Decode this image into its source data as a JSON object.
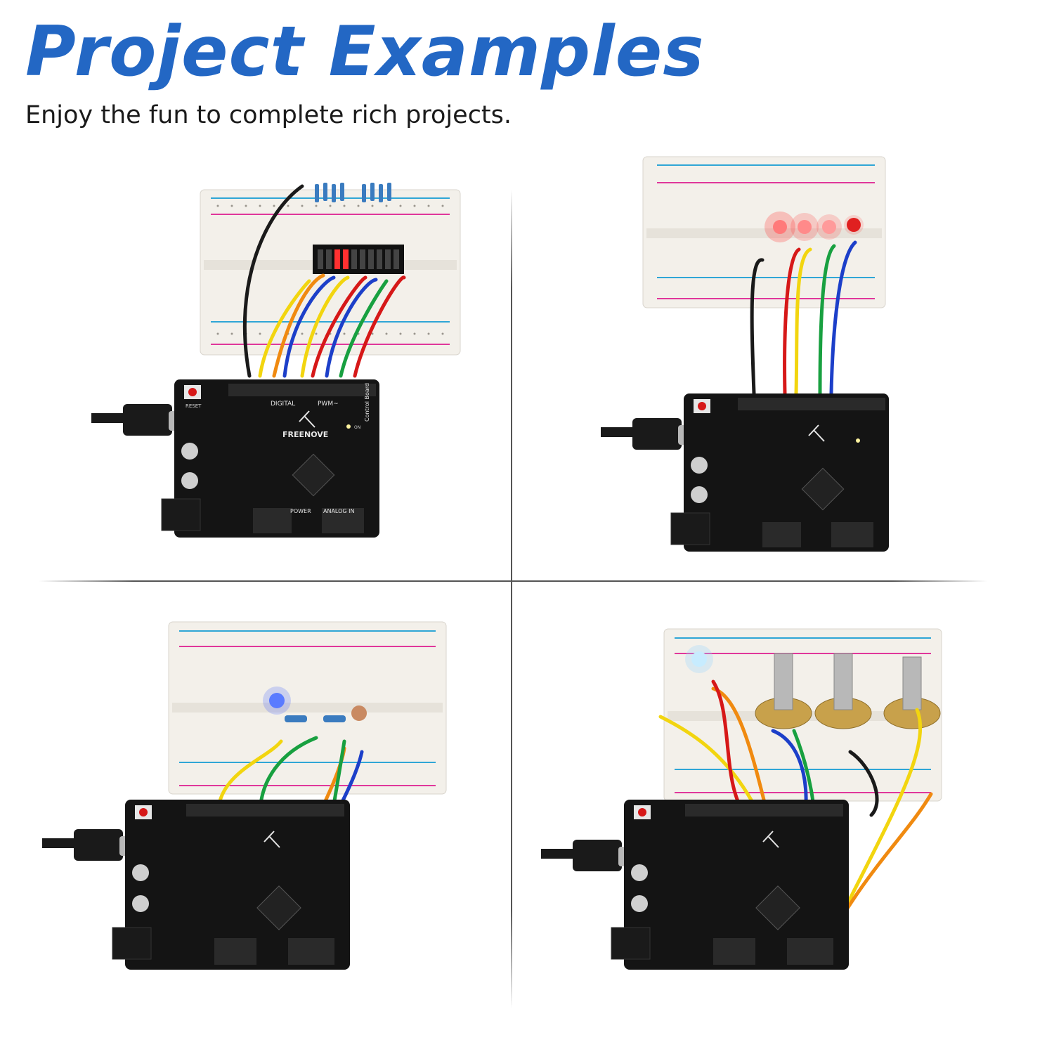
{
  "header": {
    "title": "Project Examples",
    "subtitle": "Enjoy the fun to complete rich projects."
  },
  "board": {
    "brand": "FREENOVE",
    "model": "Control Board",
    "label_digital": "DIGITAL",
    "label_pwm": "PWM~",
    "label_power": "POWER",
    "label_analog": "ANALOG IN",
    "label_reset": "RESET",
    "label_on": "ON"
  },
  "projects": [
    {
      "name": "led-bar-graph",
      "wires": [
        "#1a1a1a",
        "#f2d50f",
        "#f08a10",
        "#1c3fc9",
        "#f2d50f",
        "#d61818",
        "#1c3fc9",
        "#18a040",
        "#d61818"
      ]
    },
    {
      "name": "four-leds",
      "wires": [
        "#1a1a1a",
        "#d61818",
        "#f2d50f",
        "#18a040",
        "#1c3fc9"
      ]
    },
    {
      "name": "photoresistor-rgb",
      "wires": [
        "#f2d50f",
        "#18a040",
        "#f08a10",
        "#1c3fc9",
        "#18a040"
      ]
    },
    {
      "name": "rgb-potentiometers",
      "wires": [
        "#d61818",
        "#f08a10",
        "#f2d50f",
        "#1c3fc9",
        "#1a1a1a",
        "#f2d50f",
        "#18a040",
        "#d61818",
        "#f08a10"
      ]
    }
  ],
  "colors": {
    "accent": "#2367c4",
    "board": "#141414",
    "breadboard": "#f3f0ea",
    "rail_red": "#e0379b",
    "rail_blue": "#2fa6d6"
  }
}
